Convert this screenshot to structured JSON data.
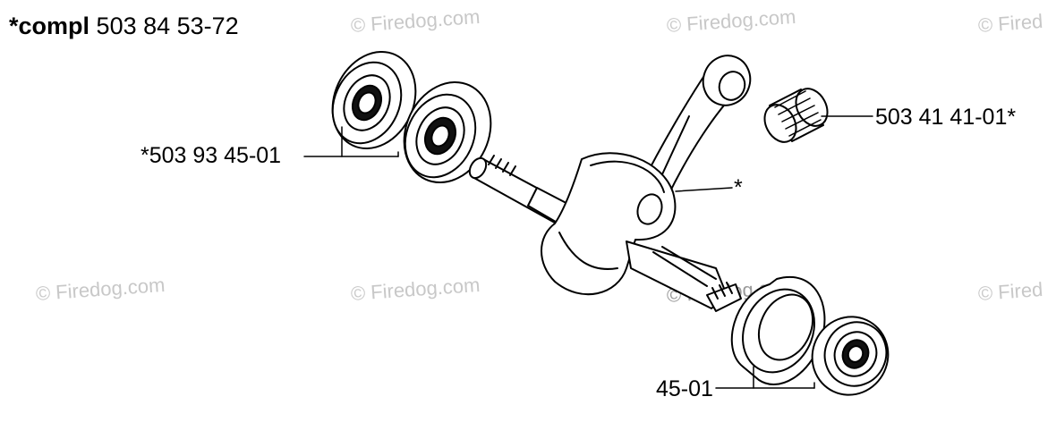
{
  "title": {
    "prefix": "*compl",
    "number": "503 84 53-72"
  },
  "labels": {
    "bearing_left": "*503 93 45-01",
    "needle_bearing": "503 41 41-01*",
    "crankshaft": "*",
    "bearing_bottom": "45-01"
  },
  "watermark": "© Firedog.com",
  "watermark_partial": "© Fired",
  "colors": {
    "line": "#000000",
    "watermark": "#c8c8c8"
  }
}
